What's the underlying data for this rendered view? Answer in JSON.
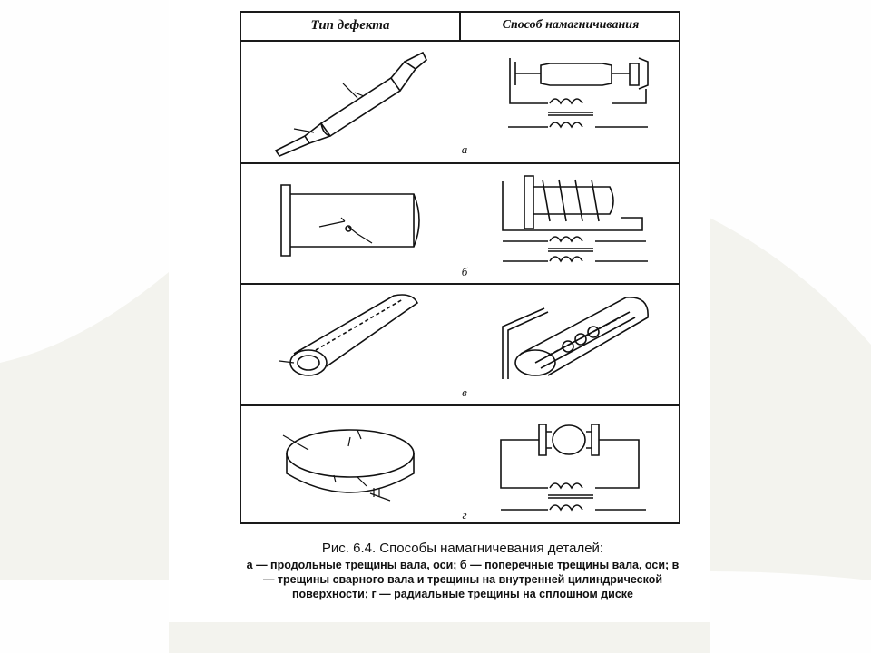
{
  "table": {
    "header_defect": "Тип дефекта",
    "header_method": "Способ намагничивания",
    "rows": [
      {
        "letter": "а",
        "defect_icon": "shaft-with-longitudinal-cracks",
        "method_icon": "shaft-clamped-circuit"
      },
      {
        "letter": "б",
        "defect_icon": "axle-with-transverse-cracks",
        "method_icon": "coil-wound-axle-circuit"
      },
      {
        "letter": "в",
        "defect_icon": "hollow-cylinder-with-cracks",
        "method_icon": "internal-conductor-magnetization"
      },
      {
        "letter": "г",
        "defect_icon": "solid-disk-with-radial-cracks",
        "method_icon": "disk-clamped-circuit"
      }
    ]
  },
  "caption": {
    "title": "Рис. 6.4. Способы намагничевания деталей:",
    "text": "а — продольные трещины вала, оси; б — поперечные трещины вала, оси; в — трещины сварного вала и трещины на внутренней цилиндрической поверхности; г — радиальные трещины на сплошном диске"
  }
}
